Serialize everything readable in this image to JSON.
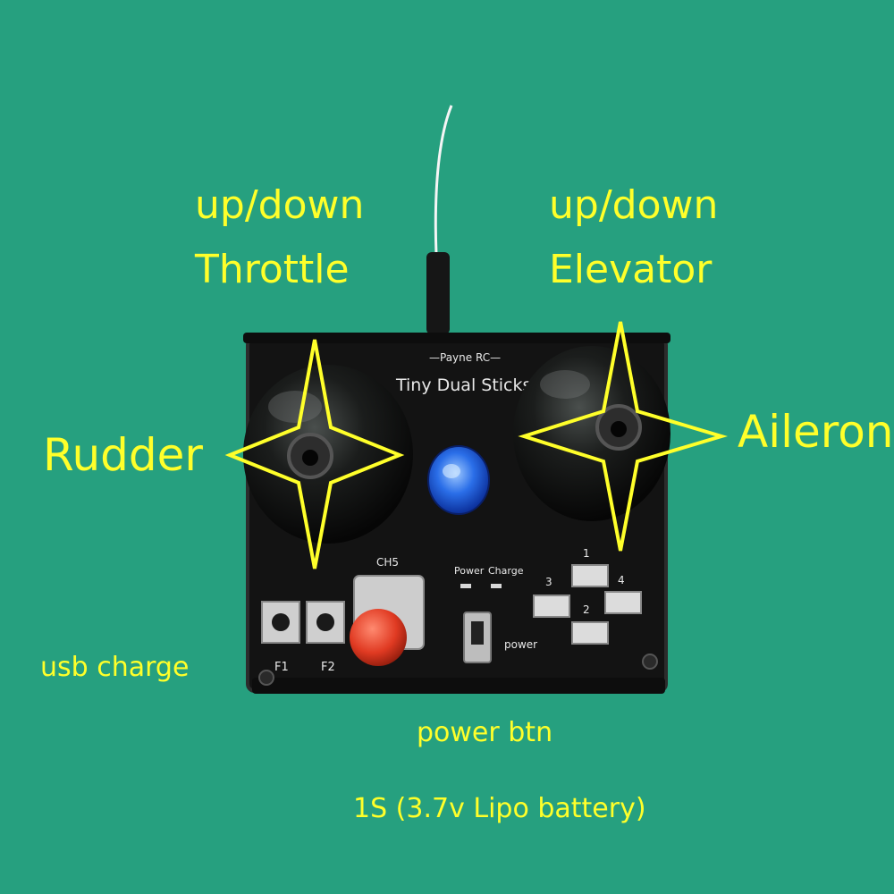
{
  "photo": {
    "background_color": "#26a07f",
    "board_color": "#131313",
    "annotation_color": "#ffff2a"
  },
  "annotations": {
    "left_stick_vertical": "up/down",
    "left_stick_vertical_function": "Throttle",
    "left_stick_horizontal_function": "Rudder",
    "right_stick_vertical": "up/down",
    "right_stick_vertical_function": "Elevator",
    "right_stick_horizontal_function": "Aileron",
    "usb": "usb charge",
    "power_button": "power btn",
    "battery": "1S (3.7v Lipo battery)"
  },
  "board_silkscreen": {
    "brand": "—Payne RC—",
    "product": "Tiny Dual Sticks",
    "switch_ch5": "CH5",
    "led_power": "Power",
    "led_charge": "Charge",
    "switch_power": "power",
    "button_f1": "F1",
    "button_f2": "F2",
    "trim_1": "1",
    "trim_2": "2",
    "trim_3": "3",
    "trim_4": "4"
  }
}
